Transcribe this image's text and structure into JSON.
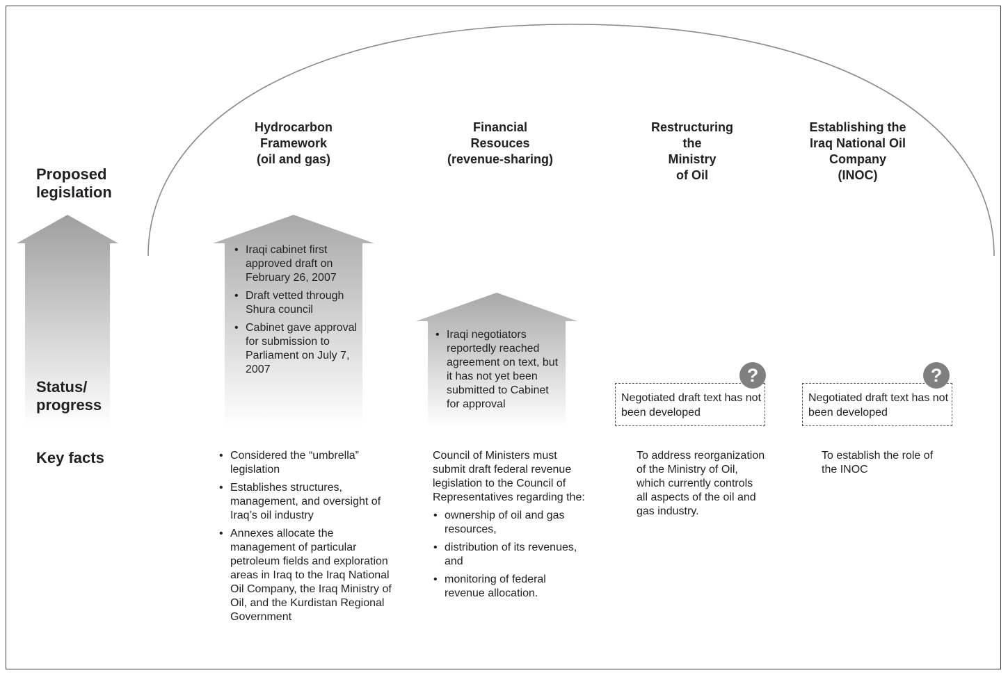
{
  "row_labels": {
    "proposed": "Proposed legislation",
    "status": "Status/ progress",
    "key_facts": "Key facts"
  },
  "columns": [
    {
      "heading": [
        "Hydrocarbon",
        "Framework",
        "(oil and gas)"
      ],
      "status_bullets": [
        "Iraqi cabinet first approved draft on February 26, 2007",
        "Draft vetted through Shura council",
        "Cabinet gave approval for submission to Parliament on July 7, 2007"
      ],
      "key_facts_bullets": [
        "Considered the “umbrella” legislation",
        "Establishes structures, management, and oversight of Iraq’s oil industry",
        "Annexes allocate the management of particular petroleum fields and exploration areas in Iraq to the Iraq National Oil Company, the Iraq Ministry of Oil, and the Kurdistan Regional Government"
      ]
    },
    {
      "heading": [
        "Financial",
        "Resouces",
        "(revenue-sharing)"
      ],
      "status_bullets": [
        "Iraqi negotiators reportedly reached agreement on text, but it has not yet been submitted to Cabinet for approval"
      ],
      "key_facts_intro": "Council of Ministers must submit draft federal revenue legislation to the Council of Representatives regarding the:",
      "key_facts_bullets": [
        "ownership of oil and gas resources,",
        "distribution of its revenues, and",
        "monitoring of federal revenue allocation."
      ]
    },
    {
      "heading": [
        "Restructuring",
        "the",
        "Ministry",
        "of Oil"
      ],
      "status_box": "Negotiated draft text has not been developed",
      "status_icon": "question-mark-icon",
      "key_facts_text": "To address reorganization of the Ministry of Oil, which currently controls all aspects of the oil and gas industry."
    },
    {
      "heading": [
        "Establishing the",
        "Iraq National Oil",
        "Company",
        "(INOC)"
      ],
      "status_box": "Negotiated draft text has not been developed",
      "status_icon": "question-mark-icon",
      "key_facts_text": "To establish the role of the INOC"
    }
  ],
  "qmark_glyph": "?",
  "colors": {
    "arrow_top": "#a3a3a3",
    "arrow_bottom": "#ffffff",
    "outline": "#7a7a7a",
    "icon": "#7f7f7f"
  }
}
